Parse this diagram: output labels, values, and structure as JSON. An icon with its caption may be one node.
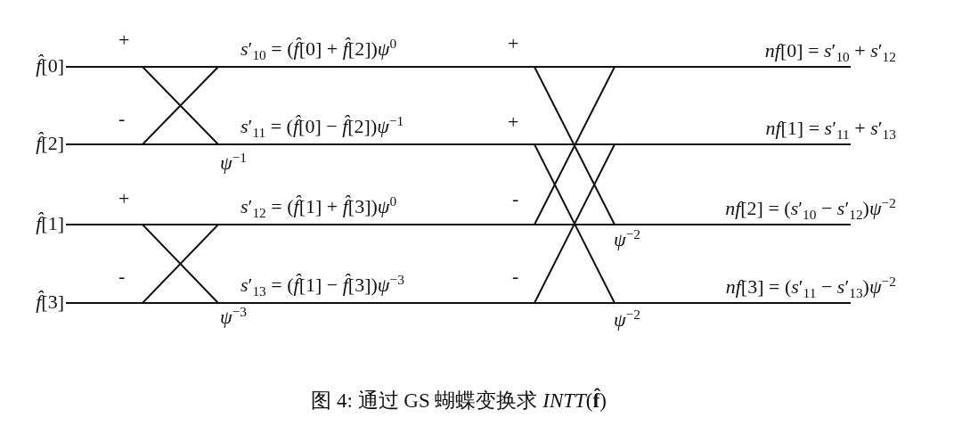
{
  "diagram": {
    "caption": "图 4: 通过 GS 蝴蝶变换求 *INTT*(**f̂**)",
    "nodes": [
      {
        "text": [
          "*f̂*[0]"
        ]
      },
      {
        "text": [
          "*f̂*[2]"
        ]
      },
      {
        "text": [
          "*f̂*[1]"
        ]
      },
      {
        "text": [
          "*f̂*[3]"
        ]
      },
      {
        "text": [
          "*s*′$_{10}$ = (*f̂*[0] + *f̂*[2])*ψ*$^{0}$"
        ]
      },
      {
        "text": [
          "*s*′$_{11}$ = (*f̂*[0] − *f̂*[2])*ψ*$^{−1}$"
        ]
      },
      {
        "text": [
          "*s*′$_{12}$ = (*f̂*[1] + *f̂*[3])*ψ*$^{0}$"
        ]
      },
      {
        "text": [
          "*s*′$_{13}$ = (*f̂*[1] − *f̂*[3])*ψ*$^{−3}$"
        ]
      },
      {
        "text": [
          "*nf*[0] = *s*′$_{10}$ + *s*′$_{12}$"
        ]
      },
      {
        "text": [
          "*nf*[1] = *s*′$_{11}$ + *s*′$_{13}$"
        ]
      },
      {
        "text": [
          "*nf*[2] = (*s*′$_{10}$ − *s*′$_{12}$)*ψ*$^{−2}$"
        ]
      },
      {
        "text": [
          "*nf*[3] = (*s*′$_{11}$ − *s*′$_{13}$)*ψ*$^{−2}$"
        ]
      }
    ],
    "edges": [
      {
        "from": 0,
        "to": 4,
        "arrow": "none"
      },
      {
        "from": 0,
        "to": 5,
        "arrow": "none"
      },
      {
        "from": 1,
        "to": 4,
        "arrow": "none"
      },
      {
        "from": 1,
        "to": 5,
        "arrow": "none"
      },
      {
        "from": 2,
        "to": 6,
        "arrow": "none"
      },
      {
        "from": 2,
        "to": 7,
        "arrow": "none"
      },
      {
        "from": 3,
        "to": 6,
        "arrow": "none"
      },
      {
        "from": 3,
        "to": 7,
        "arrow": "none"
      },
      {
        "from": 4,
        "to": 8,
        "arrow": "none"
      },
      {
        "from": 4,
        "to": 10,
        "arrow": "none"
      },
      {
        "from": 6,
        "to": 8,
        "arrow": "none"
      },
      {
        "from": 6,
        "to": 10,
        "arrow": "none"
      },
      {
        "from": 5,
        "to": 9,
        "arrow": "none"
      },
      {
        "from": 5,
        "to": 11,
        "arrow": "none"
      },
      {
        "from": 7,
        "to": 9,
        "arrow": "none"
      },
      {
        "from": 7,
        "to": 11,
        "arrow": "none"
      }
    ],
    "labels": [
      "+",
      "+",
      "-",
      "+",
      "*ψ*$^{−1}$",
      "+",
      "-",
      "*ψ*$^{−2}$",
      "-",
      "-",
      "*ψ*$^{−3}$",
      "*ψ*$^{−2}$"
    ]
  }
}
